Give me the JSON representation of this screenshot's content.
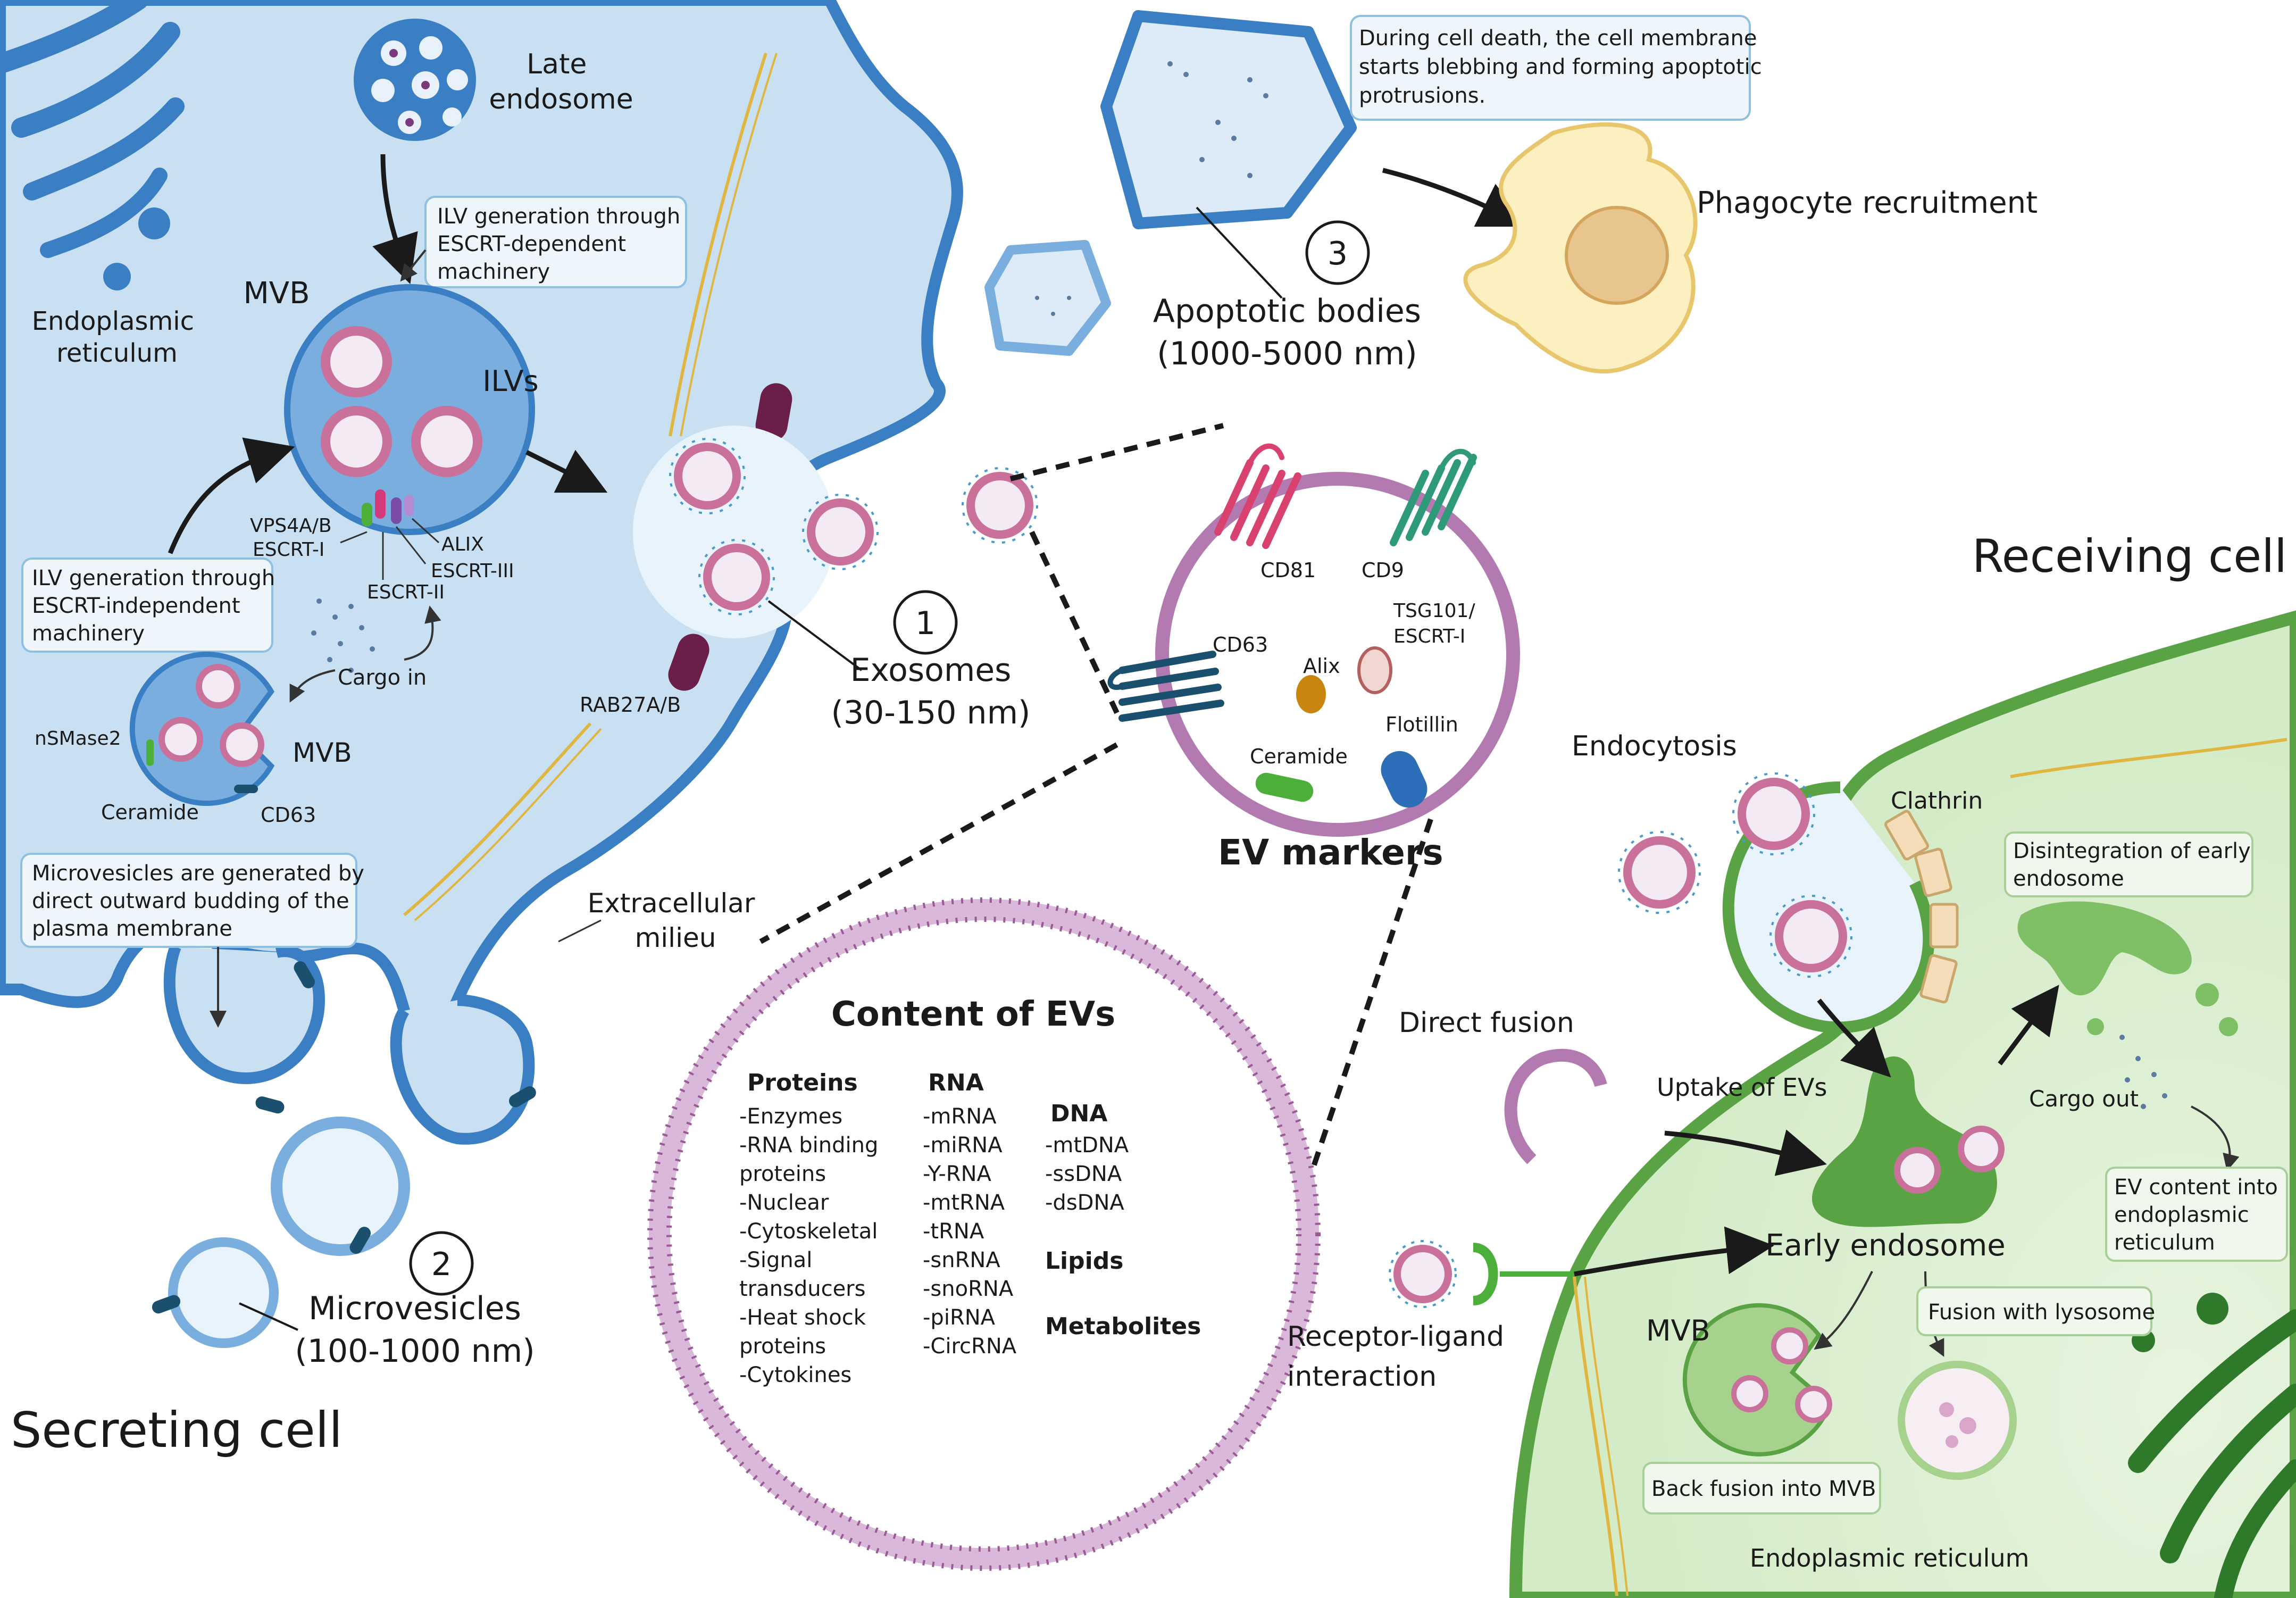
{
  "secreting_cell": {
    "title": "Secreting cell",
    "late_endosome": [
      "Late",
      "endosome"
    ],
    "endoplasmic_reticulum": [
      "Endoplasmic",
      "reticulum"
    ],
    "mvb_label": "MVB",
    "ilvs_label": "ILVs",
    "escrt_dep_note": [
      "ILV generation through",
      "ESCRT-dependent",
      "machinery"
    ],
    "escrt_indep_note": [
      "ILV generation through",
      "ESCRT-independent",
      "machinery"
    ],
    "vps4": "VPS4A/B",
    "escrt_i": "ESCRT-I",
    "escrt_ii": "ESCRT-II",
    "escrt_iii": "ESCRT-III",
    "alix": "ALIX",
    "cargo_in": "Cargo in",
    "nsmase2": "nSMase2",
    "mvb2_label": "MVB",
    "ceramide": "Ceramide",
    "cd63": "CD63",
    "rab27": "RAB27A/B",
    "microvesicle_note": [
      "Microvesicles are generated by",
      "direct outward budding of the",
      "plasma membrane"
    ],
    "extracellular": [
      "Extracellular",
      "milieu"
    ]
  },
  "ev_types": {
    "exosomes": {
      "num": "1",
      "name": "Exosomes",
      "size": "(30-150 nm)"
    },
    "microvesicles": {
      "num": "2",
      "name": "Microvesicles",
      "size": "(100-1000 nm)"
    },
    "apoptotic": {
      "num": "3",
      "name": "Apoptotic bodies",
      "size": "(1000-5000 nm)"
    }
  },
  "apoptosis": {
    "note": [
      "During cell death, the cell membrane",
      "starts blebbing and forming apoptotic",
      "protrusions."
    ],
    "phagocyte": "Phagocyte recruitment"
  },
  "ev_markers": {
    "title": "EV markers",
    "cd81": "CD81",
    "cd9": "CD9",
    "cd63": "CD63",
    "tsg101": [
      "TSG101/",
      "ESCRT-I"
    ],
    "alix": "Alix",
    "ceramide": "Ceramide",
    "flotillin": "Flotillin"
  },
  "content": {
    "title": "Content of EVs",
    "proteins_header": "Proteins",
    "proteins": [
      "-Enzymes",
      "-RNA binding",
      " proteins",
      "-Nuclear",
      "-Cytoskeletal",
      "-Signal",
      " transducers",
      "-Heat shock",
      " proteins",
      "-Cytokines"
    ],
    "rna_header": "RNA",
    "rna": [
      "-mRNA",
      "-miRNA",
      "-Y-RNA",
      "-mtRNA",
      "-tRNA",
      "-snRNA",
      "-snoRNA",
      "-piRNA",
      "-CircRNA"
    ],
    "dna_header": "DNA",
    "dna": [
      "-mtDNA",
      "-ssDNA",
      "-dsDNA"
    ],
    "lipids": "Lipids",
    "metabolites": "Metabolites"
  },
  "receiving_cell": {
    "title": "Receiving cell",
    "endocytosis": "Endocytosis",
    "clathrin": "Clathrin",
    "disintegration_note": [
      "Disintegration of early",
      "endosome"
    ],
    "direct_fusion": "Direct fusion",
    "uptake": "Uptake of EVs",
    "cargo_out": "Cargo out",
    "ev_content_note": [
      "EV content into",
      "endoplasmic",
      "reticulum"
    ],
    "early_endosome": "Early endosome",
    "receptor_ligand": [
      "Receptor-ligand",
      "interaction"
    ],
    "mvb_label": "MVB",
    "lysosome_note": "Fusion with lysosome",
    "back_fusion_note": "Back fusion into MVB",
    "endoplasmic_reticulum": "Endoplasmic reticulum"
  },
  "colors": {
    "cell_blue": "#c9e0f2",
    "membrane_blue": "#3a7fc4",
    "cell_green": "#e2f1da",
    "membrane_green": "#5aa345",
    "ev_pink": "#c9719a",
    "marker_purple": "#b27ab0"
  }
}
